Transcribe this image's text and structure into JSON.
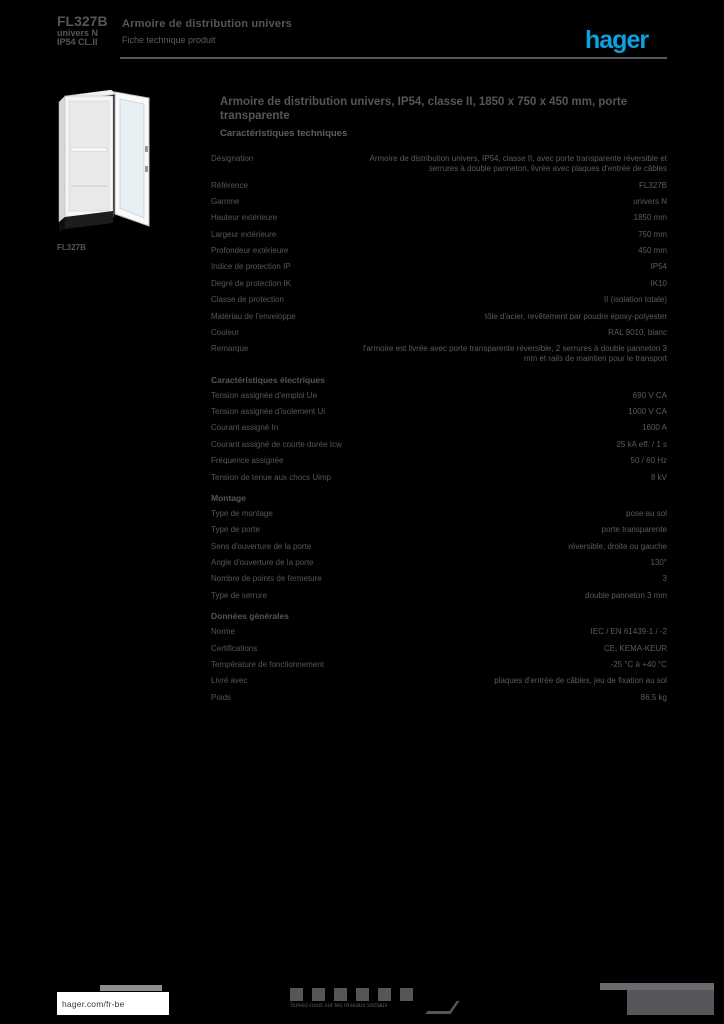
{
  "page": {
    "background": "#000000",
    "text_gray": "#55565a",
    "accent_blue": "#0ba1e2",
    "white": "#ffffff"
  },
  "header": {
    "ref": "FL327B",
    "ref_sub1": "univers N",
    "ref_sub2": "IP54 CL.II",
    "title_line1": "Armoire de distribution univers",
    "title_line2": "Fiche technique produit",
    "logo_text": "hager"
  },
  "product": {
    "image_caption": "FL327B",
    "image_alt": "armoire univers avec porte transparente ouverte"
  },
  "main": {
    "title": "Armoire de distribution univers, IP54, classe II, 1850 x 750 x 450 mm, porte transparente",
    "section_label": "Caractéristiques techniques"
  },
  "specs": {
    "sections": [
      {
        "heading": "",
        "rows": [
          {
            "label": "Désignation",
            "value": "Armoire de distribution univers, IP54, classe II, avec porte transparente réversible et serrures à double panneton, livrée avec plaques d'entrée de câbles"
          },
          {
            "label": "Référence",
            "value": "FL327B"
          },
          {
            "label": "Gamme",
            "value": "univers N"
          },
          {
            "label": "Hauteur extérieure",
            "value": "1850 mm"
          },
          {
            "label": "Largeur extérieure",
            "value": "750 mm"
          },
          {
            "label": "Profondeur extérieure",
            "value": "450 mm"
          },
          {
            "label": "Indice de protection IP",
            "value": "IP54"
          },
          {
            "label": "Degré de protection IK",
            "value": "IK10"
          },
          {
            "label": "Classe de protection",
            "value": "II (isolation totale)"
          },
          {
            "label": "Matériau de l'enveloppe",
            "value": "tôle d'acier, revêtement par poudre époxy-polyester"
          },
          {
            "label": "Couleur",
            "value": "RAL 9010, blanc"
          },
          {
            "label": "Remarque",
            "value": "l'armoire est livrée avec porte transparente réversible, 2 serrures à double panneton 3 mm et rails de maintien pour le transport"
          }
        ]
      },
      {
        "heading": "Caractéristiques électriques",
        "rows": [
          {
            "label": "Tension assignée d'emploi Ue",
            "value": "690 V CA"
          },
          {
            "label": "Tension assignée d'isolement Ui",
            "value": "1000 V CA"
          },
          {
            "label": "Courant assigné In",
            "value": "1600 A"
          },
          {
            "label": "Courant assigné de courte durée Icw",
            "value": "25 kA eff. / 1 s"
          },
          {
            "label": "Fréquence assignée",
            "value": "50 / 60 Hz"
          },
          {
            "label": "Tension de tenue aux chocs Uimp",
            "value": "8 kV"
          }
        ]
      },
      {
        "heading": "Montage",
        "rows": [
          {
            "label": "Type de montage",
            "value": "pose au sol"
          },
          {
            "label": "Type de porte",
            "value": "porte transparente"
          },
          {
            "label": "Sens d'ouverture de la porte",
            "value": "réversible, droite ou gauche"
          },
          {
            "label": "Angle d'ouverture de la porte",
            "value": "130°"
          },
          {
            "label": "Nombre de points de fermeture",
            "value": "3"
          },
          {
            "label": "Type de serrure",
            "value": "double panneton 3 mm"
          }
        ]
      },
      {
        "heading": "Données générales",
        "rows": [
          {
            "label": "Norme",
            "value": "IEC / EN 61439-1 / -2"
          },
          {
            "label": "Certifications",
            "value": "CE, KEMA-KEUR"
          },
          {
            "label": "Température de fonctionnement",
            "value": "-25 °C à +40 °C"
          },
          {
            "label": "Livré avec",
            "value": "plaques d'entrée de câbles, jeu de fixation au sol"
          },
          {
            "label": "Poids",
            "value": "86,5 kg"
          }
        ]
      }
    ]
  },
  "footer": {
    "website": "hager.com/fr-be",
    "social_caption": "Suivez-nous sur les réseaux sociaux",
    "social_icons": [
      "facebook-icon",
      "twitter-icon",
      "linkedin-icon",
      "youtube-icon",
      "instagram-icon",
      "pinterest-icon"
    ]
  }
}
